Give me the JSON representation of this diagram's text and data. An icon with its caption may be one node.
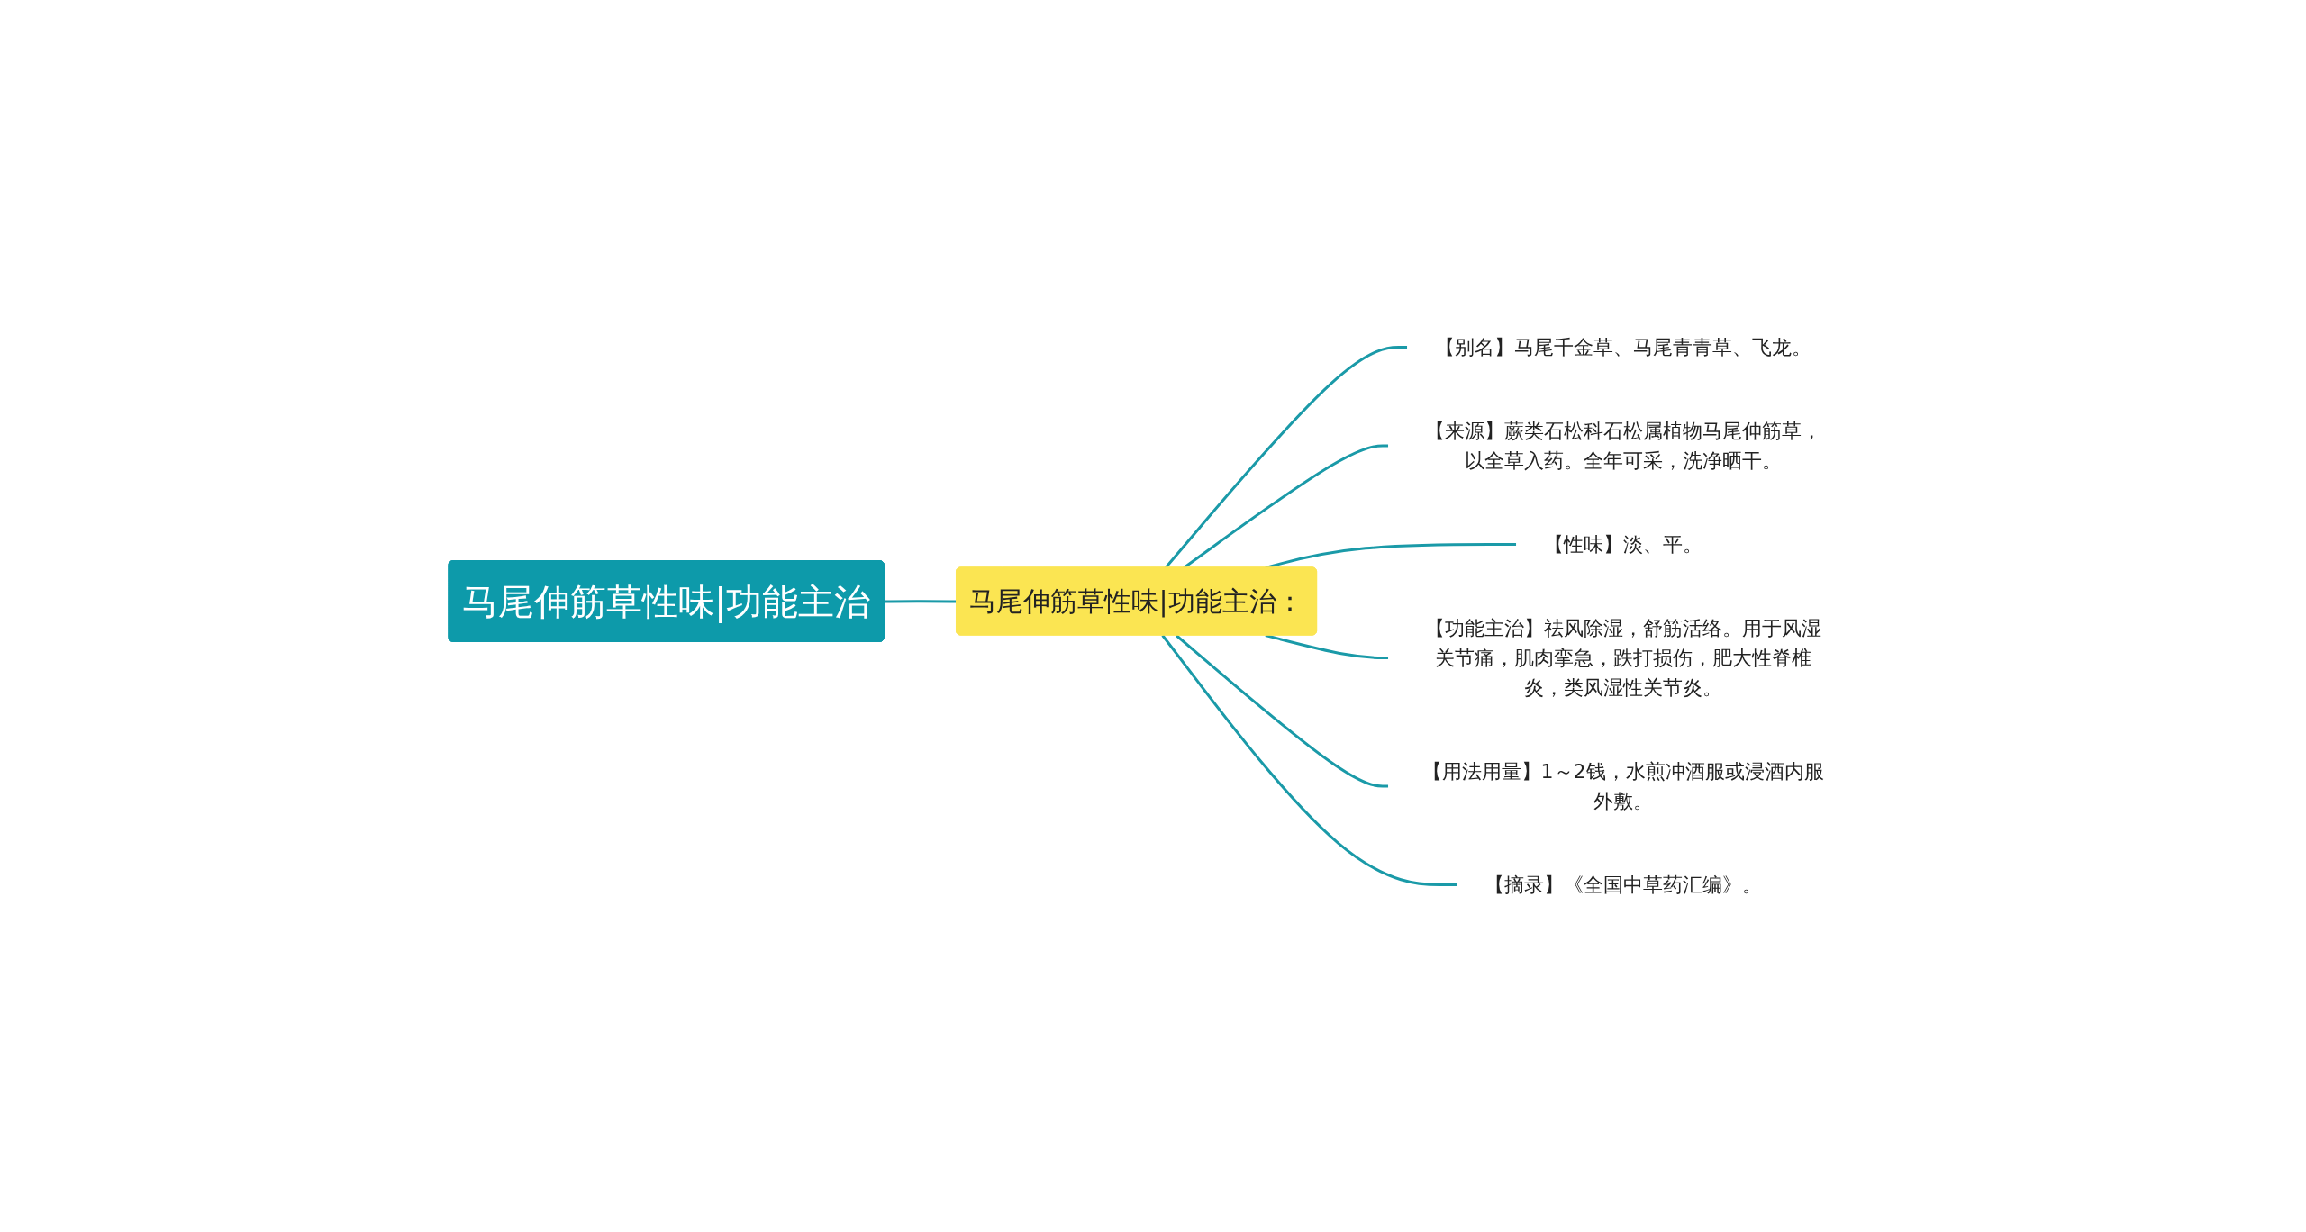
{
  "diagram": {
    "nodes": [
      {
        "text": [
          "马尾伸筋草性味|功能主治"
        ]
      },
      {
        "text": [
          "马尾伸筋草性味|功能主治："
        ]
      },
      {
        "text": [
          "【别名】马尾千金草、马尾青青草、飞龙。"
        ]
      },
      {
        "text": [
          "【来源】蕨类石松科石松属植物马尾伸筋草，以全草入药。全年可采，洗净晒干。"
        ]
      },
      {
        "text": [
          "【性味】淡、平。"
        ]
      },
      {
        "text": [
          "【功能主治】祛风除湿，舒筋活络。用于风湿关节痛，肌肉挛急，跌打损伤，肥大性脊椎炎，类风湿性关节炎。"
        ]
      },
      {
        "text": [
          "【用法用量】1～2钱，水煎冲酒服或浸酒内服外敷。"
        ]
      },
      {
        "text": [
          "【摘录】《全国中草药汇编》。"
        ]
      }
    ],
    "edges": [
      {
        "from": 0,
        "to": 1,
        "arrow": "none"
      },
      {
        "from": 1,
        "to": 2,
        "arrow": "none"
      },
      {
        "from": 1,
        "to": 3,
        "arrow": "none"
      },
      {
        "from": 1,
        "to": 4,
        "arrow": "none"
      },
      {
        "from": 1,
        "to": 5,
        "arrow": "none"
      },
      {
        "from": 1,
        "to": 6,
        "arrow": "none"
      },
      {
        "from": 1,
        "to": 7,
        "arrow": "none"
      }
    ]
  }
}
